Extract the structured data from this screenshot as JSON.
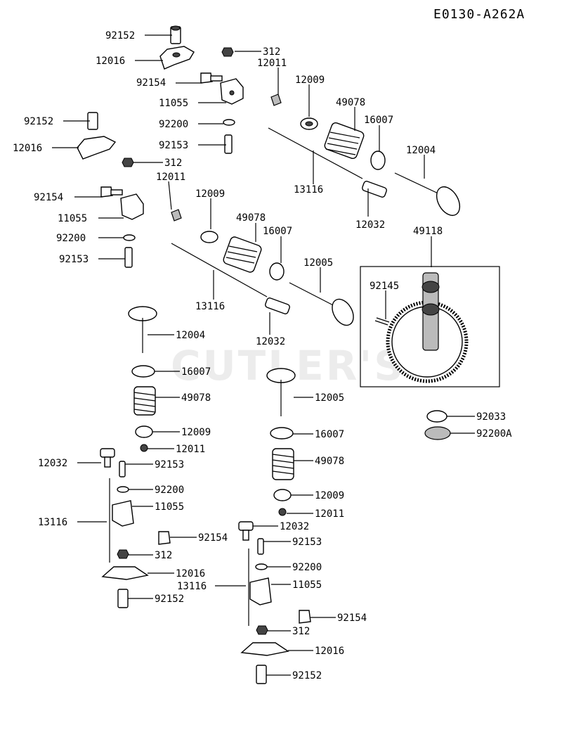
{
  "diagram_code": "E0130-A262A",
  "watermark": "CUTLER'S",
  "labels": [
    {
      "id": "l1",
      "text": "92152"
    },
    {
      "id": "l2",
      "text": "12016"
    },
    {
      "id": "l3",
      "text": "312"
    },
    {
      "id": "l4",
      "text": "12011"
    },
    {
      "id": "l5",
      "text": "92154"
    },
    {
      "id": "l6",
      "text": "12009"
    },
    {
      "id": "l7",
      "text": "49078"
    },
    {
      "id": "l8",
      "text": "11055"
    },
    {
      "id": "l9",
      "text": "16007"
    },
    {
      "id": "l10",
      "text": "92200"
    },
    {
      "id": "l11",
      "text": "92153"
    },
    {
      "id": "l12",
      "text": "12004"
    },
    {
      "id": "l13",
      "text": "92152"
    },
    {
      "id": "l14",
      "text": "12016"
    },
    {
      "id": "l15",
      "text": "312"
    },
    {
      "id": "l16",
      "text": "12011"
    },
    {
      "id": "l17",
      "text": "12009"
    },
    {
      "id": "l18",
      "text": "13116"
    },
    {
      "id": "l19",
      "text": "92154"
    },
    {
      "id": "l20",
      "text": "49078"
    },
    {
      "id": "l21",
      "text": "12032"
    },
    {
      "id": "l22",
      "text": "11055"
    },
    {
      "id": "l23",
      "text": "16007"
    },
    {
      "id": "l24",
      "text": "49118"
    },
    {
      "id": "l25",
      "text": "92200"
    },
    {
      "id": "l26",
      "text": "92153"
    },
    {
      "id": "l27",
      "text": "12005"
    },
    {
      "id": "l28",
      "text": "92145"
    },
    {
      "id": "l29",
      "text": "13116"
    },
    {
      "id": "l30",
      "text": "12004"
    },
    {
      "id": "l31",
      "text": "12032"
    },
    {
      "id": "l32",
      "text": "16007"
    },
    {
      "id": "l33",
      "text": "49078"
    },
    {
      "id": "l34",
      "text": "12005"
    },
    {
      "id": "l35",
      "text": "92033"
    },
    {
      "id": "l36",
      "text": "92200A"
    },
    {
      "id": "l37",
      "text": "12009"
    },
    {
      "id": "l38",
      "text": "16007"
    },
    {
      "id": "l39",
      "text": "12011"
    },
    {
      "id": "l40",
      "text": "49078"
    },
    {
      "id": "l41",
      "text": "12032"
    },
    {
      "id": "l42",
      "text": "92153"
    },
    {
      "id": "l43",
      "text": "92200"
    },
    {
      "id": "l44",
      "text": "13116"
    },
    {
      "id": "l45",
      "text": "11055"
    },
    {
      "id": "l46",
      "text": "12009"
    },
    {
      "id": "l47",
      "text": "92154"
    },
    {
      "id": "l48",
      "text": "12011"
    },
    {
      "id": "l49",
      "text": "312"
    },
    {
      "id": "l50",
      "text": "12032"
    },
    {
      "id": "l51",
      "text": "12016"
    },
    {
      "id": "l52",
      "text": "92153"
    },
    {
      "id": "l53",
      "text": "92152"
    },
    {
      "id": "l54",
      "text": "92200"
    },
    {
      "id": "l55",
      "text": "13116"
    },
    {
      "id": "l56",
      "text": "11055"
    },
    {
      "id": "l57",
      "text": "92154"
    },
    {
      "id": "l58",
      "text": "312"
    },
    {
      "id": "l59",
      "text": "12016"
    },
    {
      "id": "l60",
      "text": "92152"
    }
  ]
}
